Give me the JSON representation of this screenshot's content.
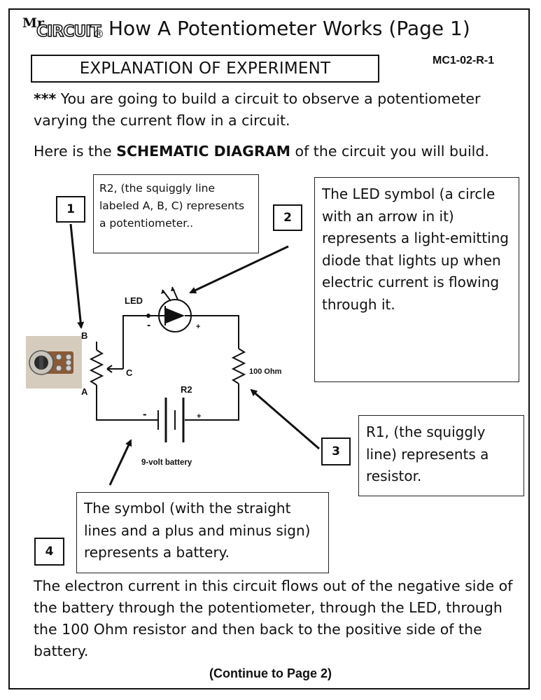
{
  "header": {
    "logo_mr": "Mr.",
    "logo_word": "CIRCUIT",
    "logo_reg": "®",
    "title": "How A Potentiometer Works (Page 1)",
    "code": "MC1-02-R-1"
  },
  "heading": "EXPLANATION OF EXPERIMENT",
  "intro": {
    "stars": "***",
    "text": " You are going to build a circuit to observe a potentiometer varying the current flow in a circuit."
  },
  "schematic_intro": {
    "before": "Here is the ",
    "bold": "SCHEMATIC DIAGRAM",
    "after": " of the circuit you will build."
  },
  "callouts": {
    "r2": "R2, (the squiggly line labeled A, B, C) represents a potentiometer..",
    "led": "The LED symbol (a circle with an arrow in it) represents a light-emitting diode that lights up when electric current is flowing through it.",
    "r1": "R1, (the squiggly line) represents a resistor.",
    "battery": "The symbol (with the straight lines and a plus and minus sign) represents a battery."
  },
  "numbers": [
    "1",
    "2",
    "3",
    "4"
  ],
  "schematic_labels": {
    "led": "LED",
    "minus_led": "-",
    "plus_led": "+",
    "b": "B",
    "a": "A",
    "c": "C",
    "r2": "R2",
    "ohm": "100 Ohm",
    "minus_bat": "-",
    "plus_bat": "+",
    "battery": "9-volt battery"
  },
  "closing": "The electron current in this circuit flows out of the negative side of the battery through the potentiometer, through the LED, through the 100 Ohm resistor and then back to the positive side of the battery.",
  "footer": "(Continue to Page 2)"
}
